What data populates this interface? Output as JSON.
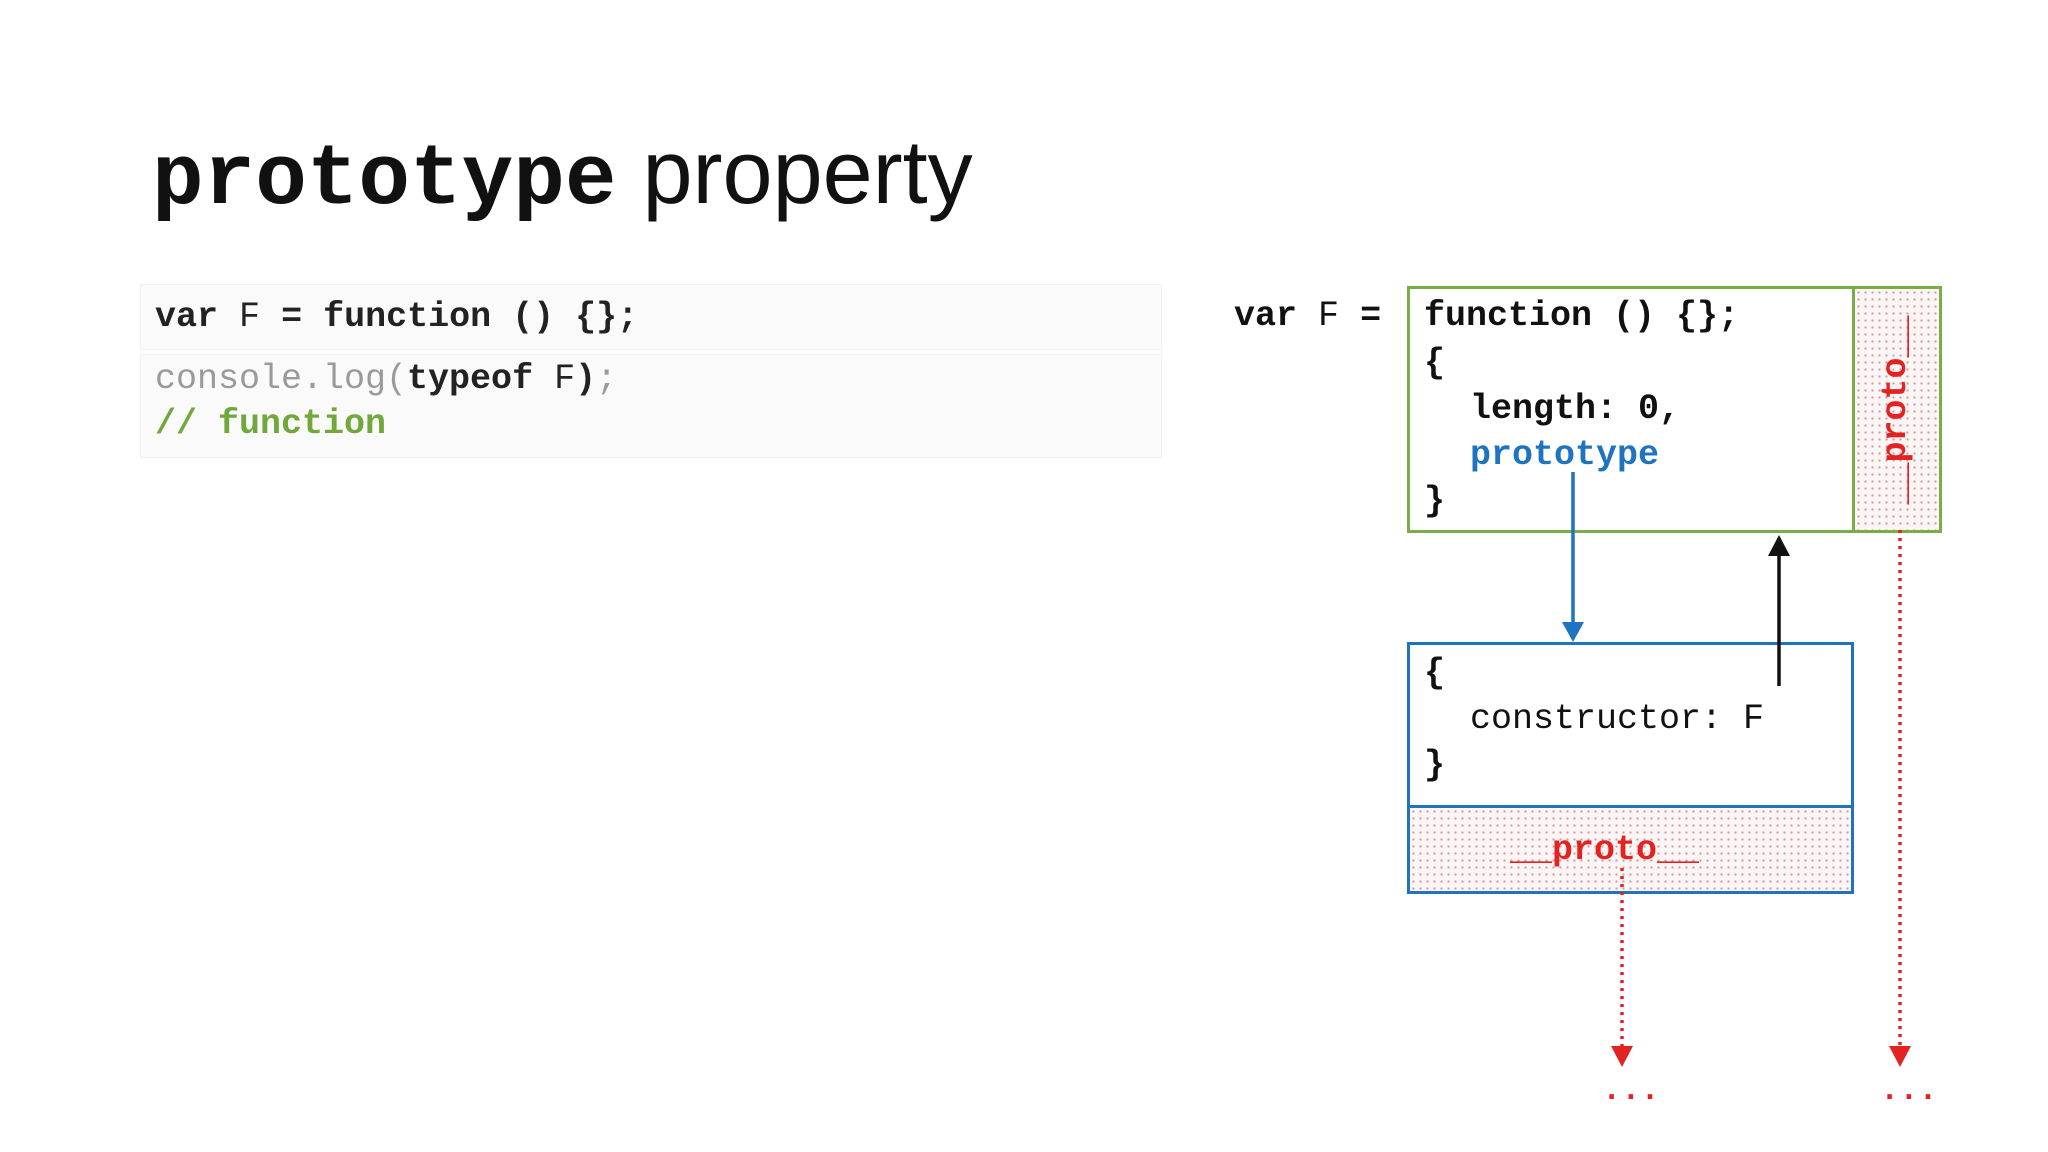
{
  "title": {
    "code": "prototype",
    "word": "property"
  },
  "code_panel": {
    "line1": {
      "kw_var": "var",
      "ident": "F",
      "eq": "=",
      "kw_function": "function",
      "rest": "() {};"
    },
    "line2": {
      "call": "console.log(",
      "kw_typeof": "typeof",
      "ident": "F",
      "close_paren": ")",
      "semi": ";"
    },
    "line3": {
      "comment": "// function"
    }
  },
  "diagram": {
    "decl": {
      "kw_var": "var",
      "ident": "F",
      "eq": "="
    },
    "function_object": {
      "header": "function () {};",
      "open_brace": "{",
      "length_label": "length: 0,",
      "prototype_label": "prototype",
      "close_brace": "}",
      "proto_label": "__proto__"
    },
    "prototype_object": {
      "open_brace": "{",
      "constructor_label": "constructor: F",
      "close_brace": "}",
      "proto_label": "__proto__"
    },
    "ellipsis_left": "...",
    "ellipsis_right": "..."
  },
  "colors": {
    "green": "#78ad48",
    "blue": "#1f74c0",
    "red": "#e32222",
    "comment_green": "#70a83b"
  }
}
